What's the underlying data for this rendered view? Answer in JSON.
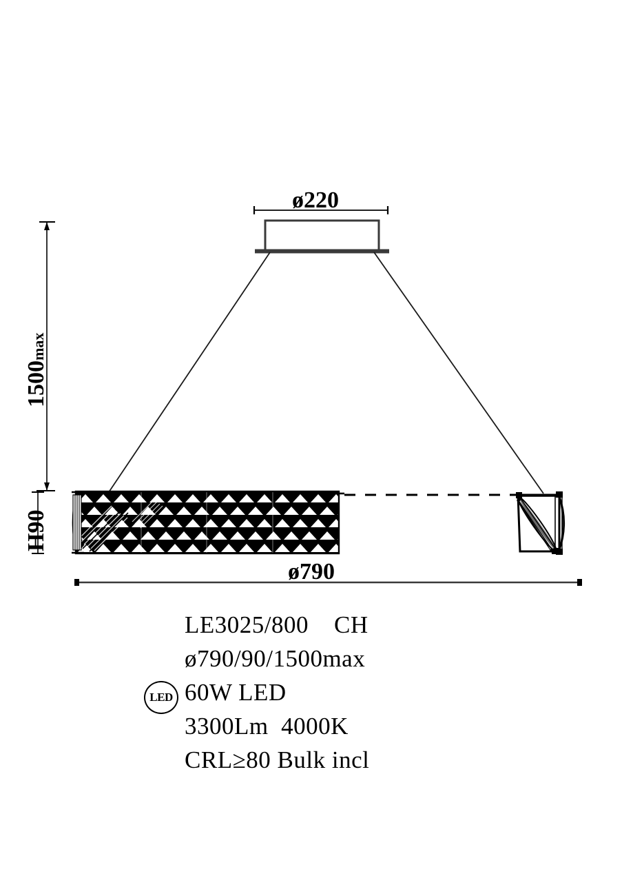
{
  "drawing": {
    "title": "pendant-light-technical-drawing",
    "line_color": "#000000",
    "fill_color": "#000000",
    "background": "#ffffff"
  },
  "dimensions": {
    "canopy_diameter": {
      "label": "ø220",
      "name": "ceiling-canopy-diameter"
    },
    "fixture_diameter": {
      "label": "ø790",
      "name": "fixture-diameter"
    },
    "suspension_height": {
      "value": "1500",
      "suffix": "max",
      "name": "suspension-height"
    },
    "body_height": {
      "label": "H90",
      "name": "body-height"
    }
  },
  "specs": {
    "model": "LE3025/800    CH",
    "size": "ø790/90/1500max",
    "power": "60W LED",
    "output": "3300Lm  4000K",
    "cri": "CRL≥80 Bulk incl",
    "badge": "LED"
  }
}
